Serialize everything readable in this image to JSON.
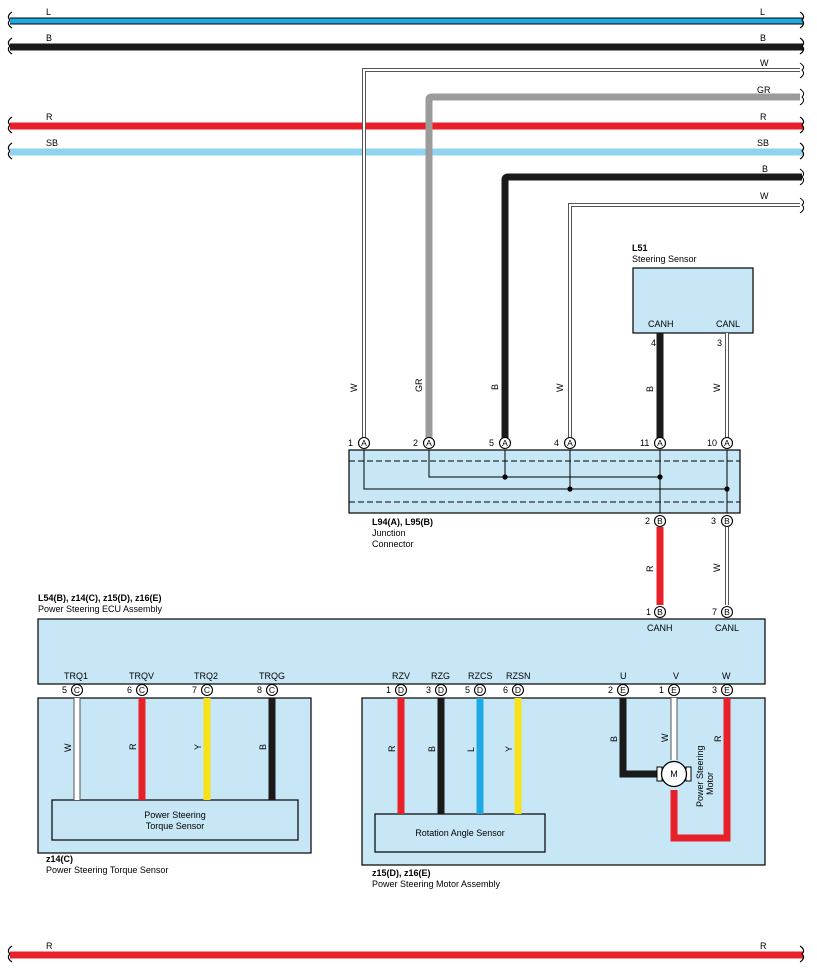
{
  "colors": {
    "L": "#1fa9e3",
    "B": "#1a1a1a",
    "R": "#e8202a",
    "SB": "#8fd3ef",
    "GR": "#9b9b9b",
    "W": "#ffffff",
    "Y": "#f7e11b",
    "box_fill": "#c8e7f6"
  },
  "top_buses": [
    {
      "color": "L",
      "label_left": "L",
      "label_right": "L"
    },
    {
      "color": "B",
      "label_left": "B",
      "label_right": "B"
    },
    {
      "color": "R",
      "label_left": "R",
      "label_right": "R"
    },
    {
      "color": "SB",
      "label_left": "SB",
      "label_right": "SB"
    }
  ],
  "bottom_bus": {
    "color": "R",
    "label_left": "R",
    "label_right": "R"
  },
  "feed_wires": [
    {
      "right_label": "W",
      "vertical_label": "W"
    },
    {
      "right_label": "GR",
      "vertical_label": "GR"
    },
    {
      "right_label": "B",
      "vertical_label": "B"
    },
    {
      "right_label": "W",
      "vertical_label": "W"
    }
  ],
  "steering_sensor": {
    "id": "L51",
    "name": "Steering Sensor",
    "pins": [
      {
        "name": "CANH",
        "num": "4",
        "wire": "B"
      },
      {
        "name": "CANL",
        "num": "3",
        "wire": "W"
      }
    ]
  },
  "junction_connector": {
    "id": "L94(A), L95(B)",
    "name_line1": "Junction",
    "name_line2": "Connector",
    "top_pins": [
      {
        "num": "1",
        "conn": "A"
      },
      {
        "num": "2",
        "conn": "A"
      },
      {
        "num": "5",
        "conn": "A"
      },
      {
        "num": "4",
        "conn": "A"
      },
      {
        "num": "11",
        "conn": "A"
      },
      {
        "num": "10",
        "conn": "A"
      }
    ],
    "bottom_pins": [
      {
        "num": "2",
        "conn": "B",
        "wire": "R"
      },
      {
        "num": "3",
        "conn": "B",
        "wire": "W"
      }
    ]
  },
  "ecu": {
    "id": "L54(B), z14(C), z15(D), z16(E)",
    "name": "Power Steering ECU Assembly",
    "top_pins": [
      {
        "num": "1",
        "conn": "B",
        "name": "CANH"
      },
      {
        "num": "7",
        "conn": "B",
        "name": "CANL"
      }
    ],
    "bottom_pins": [
      {
        "num": "5",
        "conn": "C",
        "name": "TRQ1",
        "wire": "W"
      },
      {
        "num": "6",
        "conn": "C",
        "name": "TRQV",
        "wire": "R"
      },
      {
        "num": "7",
        "conn": "C",
        "name": "TRQ2",
        "wire": "Y"
      },
      {
        "num": "8",
        "conn": "C",
        "name": "TRQG",
        "wire": "B"
      },
      {
        "num": "1",
        "conn": "D",
        "name": "RZV",
        "wire": "R"
      },
      {
        "num": "3",
        "conn": "D",
        "name": "RZG",
        "wire": "B"
      },
      {
        "num": "5",
        "conn": "D",
        "name": "RZCS",
        "wire": "L"
      },
      {
        "num": "6",
        "conn": "D",
        "name": "RZSN",
        "wire": "Y"
      },
      {
        "num": "2",
        "conn": "E",
        "name": "U",
        "wire": "B"
      },
      {
        "num": "1",
        "conn": "E",
        "name": "V",
        "wire": "W"
      },
      {
        "num": "3",
        "conn": "E",
        "name": "W",
        "wire": "R"
      }
    ]
  },
  "torque_sensor_assy": {
    "id": "z14(C)",
    "name": "Power Steering Torque Sensor",
    "inner_line1": "Power Steering",
    "inner_line2": "Torque Sensor"
  },
  "motor_assy": {
    "id": "z15(D), z16(E)",
    "name": "Power Steering Motor Assembly",
    "rotation_sensor": "Rotation Angle Sensor",
    "motor_symbol": "M",
    "motor_line1": "Power Steering",
    "motor_line2": "Motor"
  }
}
